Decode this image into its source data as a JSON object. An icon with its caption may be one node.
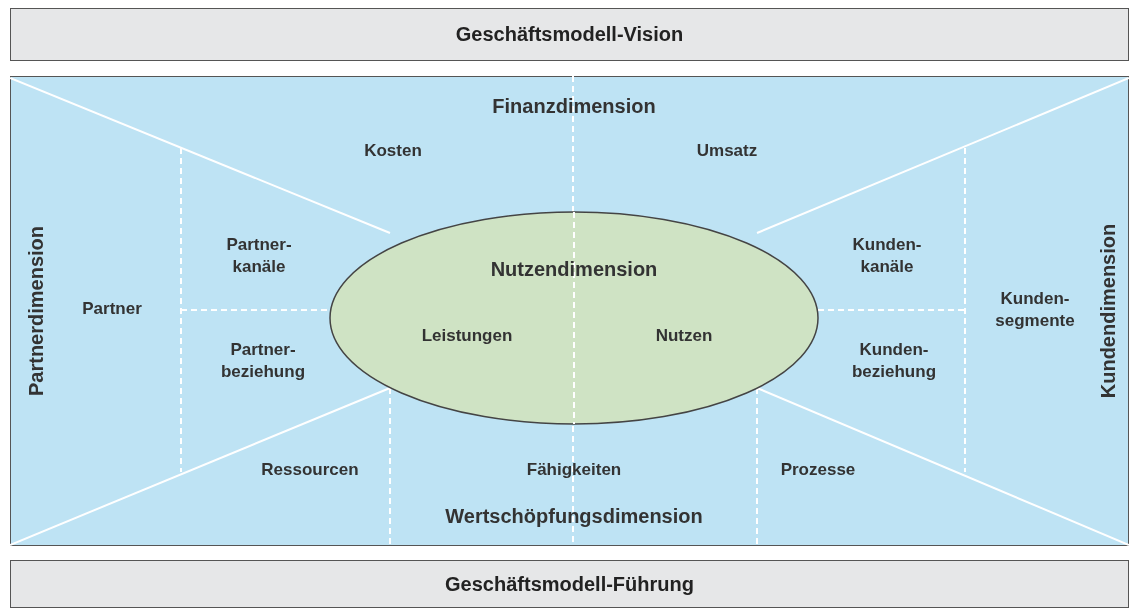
{
  "diagram": {
    "nodes": [
      {
        "text": [
          "Geschäftsmodell-Vision"
        ]
      },
      {
        "text": [],
        "shape": "box"
      },
      {
        "text": [
          "Nutzendimension",
          "Leistungen",
          "Nutzen"
        ],
        "in": 1
      },
      {
        "text": [
          "Geschäftsmodell-Führung"
        ]
      }
    ],
    "labels": [
      "Finanzdimension",
      "Kosten",
      "Umsatz",
      "Partnerdimension",
      "Partner-kanäle",
      "Kunden-kanäle",
      "Partner",
      "Kunden-segmente",
      "Kundendimension",
      "Partner-beziehung",
      "Kunden-beziehung",
      "Ressourcen",
      "Fähigkeiten",
      "Prozesse",
      "Wertschöpfungsdimension"
    ]
  }
}
